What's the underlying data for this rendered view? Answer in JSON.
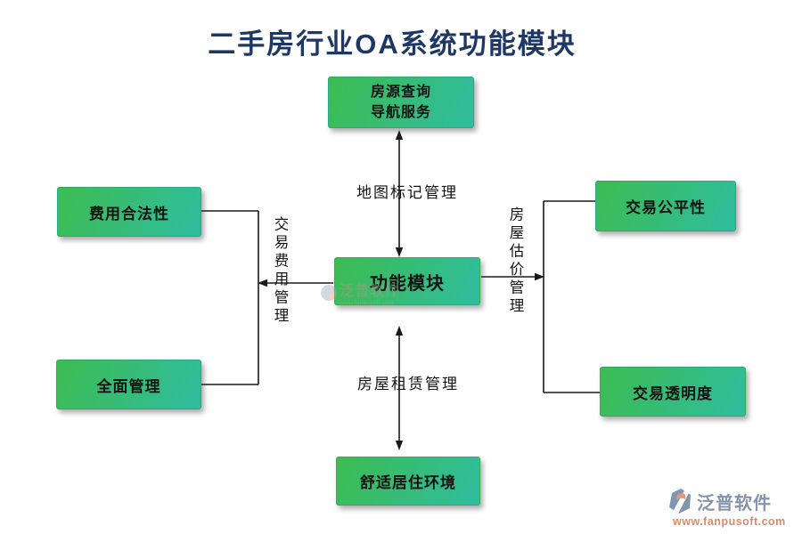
{
  "title": "二手房行业OA系统功能模块",
  "nodes": {
    "top": "房源查询\n导航服务",
    "center": "功能模块",
    "left_top": "费用合法性",
    "left_bottom": "全面管理",
    "right_top": "交易公平性",
    "right_bottom": "交易透明度",
    "bottom": "舒适居住环境"
  },
  "edge_labels": {
    "top": "地图标记管理",
    "bottom": "房屋租赁管理",
    "left": "交易费用管理",
    "right": "房屋估价管理"
  },
  "watermark": {
    "brand": "泛普软件",
    "url": "www.fanpusoft.com"
  },
  "footer": {
    "brand": "泛普软件",
    "url": "www.fanpusoft.com"
  },
  "colors": {
    "title_text": "#1e3866",
    "box_gradient_start": "#3dbc51",
    "box_gradient_end": "#2fbda0",
    "box_text": "#131313",
    "connector_line": "#1a1a1a",
    "footer_brand_text": "#8494ad",
    "footer_url_text": "#dd8a66"
  }
}
